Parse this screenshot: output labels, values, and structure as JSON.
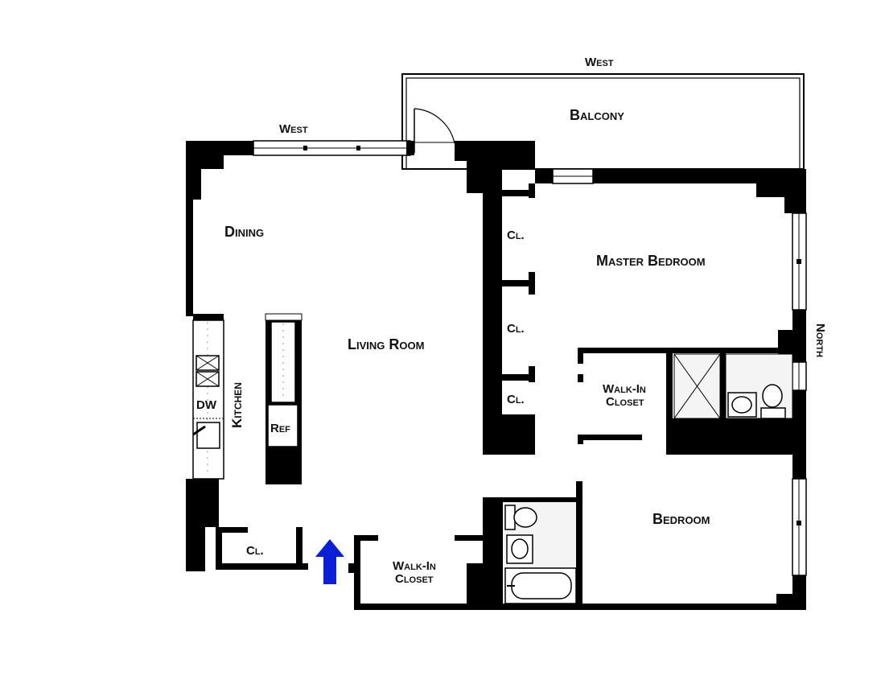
{
  "labels": {
    "west_top": "West",
    "west_left": "West",
    "balcony": "Balcony",
    "dining": "Dining",
    "master_bedroom": "Master Bedroom",
    "closet_1": "Cl.",
    "closet_2": "Cl.",
    "closet_3": "Cl.",
    "living_room": "Living Room",
    "north": "North",
    "walkin_closet_master_line1": "Walk-In",
    "walkin_closet_master_line2": "Closet",
    "kitchen": "Kitchen",
    "dw": "DW",
    "ref": "Ref",
    "closet_entry": "Cl.",
    "walkin_closet_entry_line1": "Walk-In",
    "walkin_closet_entry_line2": "Closet",
    "bedroom": "Bedroom"
  },
  "colors": {
    "wall": "#000000",
    "entry_arrow": "#0a1fd6",
    "background": "#ffffff"
  },
  "icons": {
    "entry": "entry-arrow-icon"
  }
}
